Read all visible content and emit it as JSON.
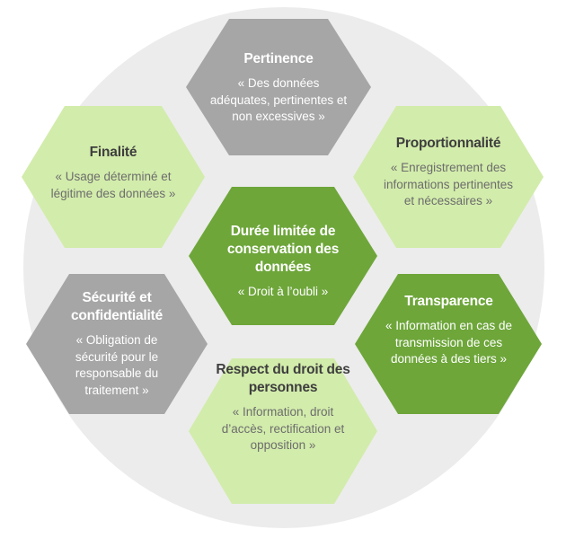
{
  "colors": {
    "circle": "#ececec",
    "gray": "#a6a6a6",
    "light_green": "#d2ecab",
    "dark_green": "#6ea63a",
    "dark_text": "#3e3e3e",
    "muted_text": "#6d6d6d"
  },
  "hexagons": {
    "pertinence": {
      "title": "Pertinence",
      "description": "« Des données adéquates, pertinentes et non excessives »"
    },
    "finalite": {
      "title": "Finalité",
      "description": "« Usage déterminé et légitime des données »"
    },
    "proportionnalite": {
      "title": "Proportionnalité",
      "description": "« Enregistrement des informations pertinentes et nécessaires »"
    },
    "duree": {
      "title": "Durée limitée de conservation des données",
      "description": "« Droit à l’oubli »"
    },
    "securite": {
      "title": "Sécurité et confidentialité",
      "description": "« Obligation de sécurité pour le responsable du traitement »"
    },
    "transparence": {
      "title": "Transparence",
      "description": "« Information en cas de transmission de ces données à des tiers »"
    },
    "respect": {
      "title": "Respect du droit des personnes",
      "description": "« Information, droit d’accès, rectification et opposition »"
    }
  }
}
